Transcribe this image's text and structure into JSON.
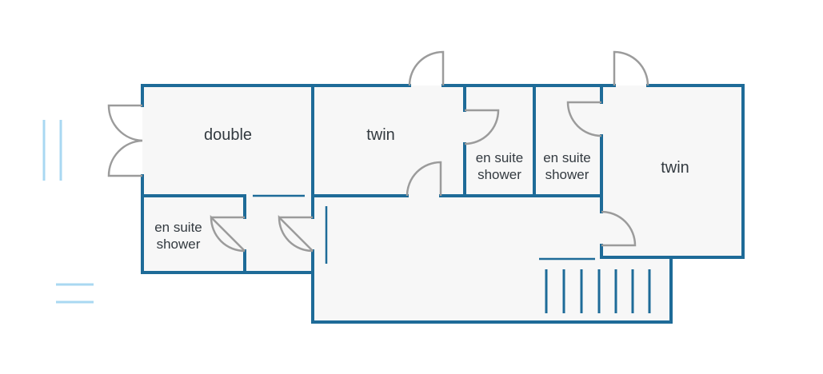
{
  "rooms": {
    "double": {
      "label": "double"
    },
    "twin_center": {
      "label": "twin"
    },
    "twin_right": {
      "label": "twin"
    },
    "ensuite_left": {
      "line1": "en suite",
      "line2": "shower"
    },
    "ensuite_mid_a": {
      "line1": "en suite",
      "line2": "shower"
    },
    "ensuite_mid_b": {
      "line1": "en suite",
      "line2": "shower"
    }
  },
  "colors": {
    "wall": "#1e6b98",
    "floor": "#f7f7f7",
    "door": "#9b9b9b",
    "window_mark": "#a9d8f2",
    "text": "#333a40"
  }
}
